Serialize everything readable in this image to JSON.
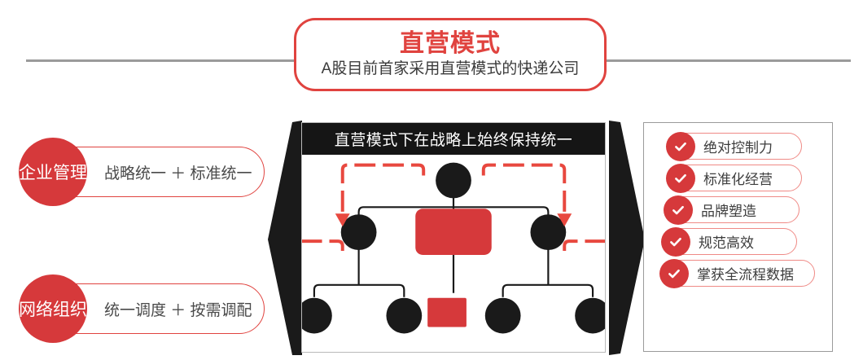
{
  "header": {
    "title": "直营模式",
    "subtitle": "A股目前首家采用直营模式的快递公司"
  },
  "left_items": [
    {
      "badge": "企业管理",
      "text": "战略统一 ＋ 标准统一"
    },
    {
      "badge": "网络组织",
      "text": "统一调度 ＋ 按需调配"
    }
  ],
  "center": {
    "bar_title": "直营模式下在战略上始终保持统一",
    "diagram": {
      "type": "org-chart",
      "nodes": [
        {
          "id": "root",
          "shape": "circle",
          "color": "#1a1a1a"
        },
        {
          "id": "mid-left",
          "shape": "circle",
          "color": "#1a1a1a"
        },
        {
          "id": "mid-center",
          "shape": "rounded-rect",
          "color": "#d6393b"
        },
        {
          "id": "mid-right",
          "shape": "circle",
          "color": "#1a1a1a"
        },
        {
          "id": "leaf-1",
          "shape": "circle",
          "color": "#1a1a1a"
        },
        {
          "id": "leaf-2",
          "shape": "circle",
          "color": "#1a1a1a"
        },
        {
          "id": "leaf-3",
          "shape": "rect",
          "color": "#d6393b"
        },
        {
          "id": "leaf-4",
          "shape": "circle",
          "color": "#1a1a1a"
        },
        {
          "id": "leaf-5",
          "shape": "circle",
          "color": "#1a1a1a"
        }
      ],
      "arrow_count": 4,
      "arrow_color": "#e8483f"
    }
  },
  "right_items": [
    {
      "icon": "check-icon",
      "label": "绝对控制力"
    },
    {
      "icon": "check-icon",
      "label": "标准化经营"
    },
    {
      "icon": "check-icon",
      "label": "品牌塑造"
    },
    {
      "icon": "check-icon",
      "label": "规范高效"
    },
    {
      "icon": "check-icon",
      "label": "掌获全流程数据"
    }
  ],
  "colors": {
    "accent_red": "#e0433f",
    "badge_red": "#d6393b",
    "dark": "#151515",
    "rule_gray": "#9b9b9b"
  }
}
